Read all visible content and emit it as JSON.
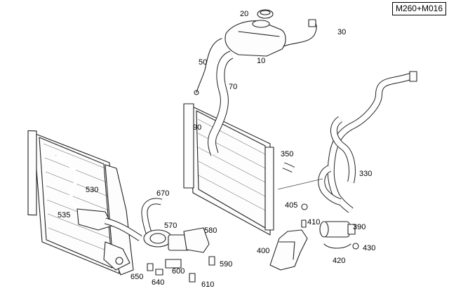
{
  "model_code": "M260+M016",
  "parts": [
    {
      "id": "p20",
      "label": "20",
      "icon": "expansion-tank-cap"
    },
    {
      "id": "p30",
      "label": "30",
      "icon": "vent-hose"
    },
    {
      "id": "p10",
      "label": "10",
      "icon": "coolant-expansion-tank"
    },
    {
      "id": "p50",
      "label": "50",
      "icon": "breather-line"
    },
    {
      "id": "p70",
      "label": "70",
      "icon": "radiator-upper-hose"
    },
    {
      "id": "p90",
      "label": "90",
      "icon": "hose-connector"
    },
    {
      "id": "p350",
      "label": "350",
      "icon": "hose-coupling"
    },
    {
      "id": "p330",
      "label": "330",
      "icon": "coolant-hose-assembly"
    },
    {
      "id": "p670",
      "label": "670",
      "icon": "hose-elbow"
    },
    {
      "id": "p530",
      "label": "530",
      "icon": "lower-coolant-hose"
    },
    {
      "id": "p535",
      "label": "535",
      "icon": "hose-bracket"
    },
    {
      "id": "p570",
      "label": "570",
      "icon": "auxiliary-water-pump"
    },
    {
      "id": "p580",
      "label": "580",
      "icon": "mounting-bracket"
    },
    {
      "id": "p405",
      "label": "405",
      "icon": "clip"
    },
    {
      "id": "p410",
      "label": "410",
      "icon": "screw"
    },
    {
      "id": "p390",
      "label": "390",
      "icon": "circulation-pump"
    },
    {
      "id": "p400",
      "label": "400",
      "icon": "pump-bracket"
    },
    {
      "id": "p430",
      "label": "430",
      "icon": "nut"
    },
    {
      "id": "p420",
      "label": "420",
      "icon": "pump-clamp"
    },
    {
      "id": "p590",
      "label": "590",
      "icon": "bolt"
    },
    {
      "id": "p600",
      "label": "600",
      "icon": "rubber-mount"
    },
    {
      "id": "p650",
      "label": "650",
      "icon": "bolt"
    },
    {
      "id": "p640",
      "label": "640",
      "icon": "grommet"
    },
    {
      "id": "p610",
      "label": "610",
      "icon": "screw"
    }
  ]
}
